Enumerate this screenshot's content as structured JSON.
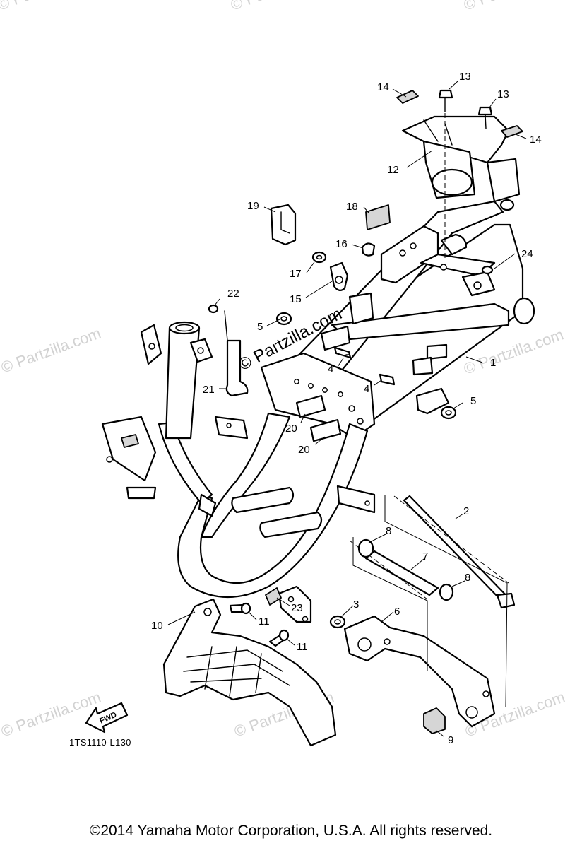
{
  "diagram": {
    "code": "1TS1110-L130",
    "fwd_label": "FWD",
    "copyright": "©2014 Yamaha Motor Corporation, U.S.A. All rights reserved.",
    "watermark": "© Partzilla.com",
    "callouts": {
      "c1": "1",
      "c2": "2",
      "c3": "3",
      "c4a": "4",
      "c4b": "4",
      "c5a": "5",
      "c5b": "5",
      "c6": "6",
      "c7": "7",
      "c8a": "8",
      "c8b": "8",
      "c9": "9",
      "c10": "10",
      "c11a": "11",
      "c11b": "11",
      "c12": "12",
      "c13a": "13",
      "c13b": "13",
      "c14a": "14",
      "c14b": "14",
      "c15": "15",
      "c16": "16",
      "c17": "17",
      "c18": "18",
      "c19": "19",
      "c20a": "20",
      "c20b": "20",
      "c21": "21",
      "c22": "22",
      "c23": "23",
      "c24": "24"
    }
  }
}
